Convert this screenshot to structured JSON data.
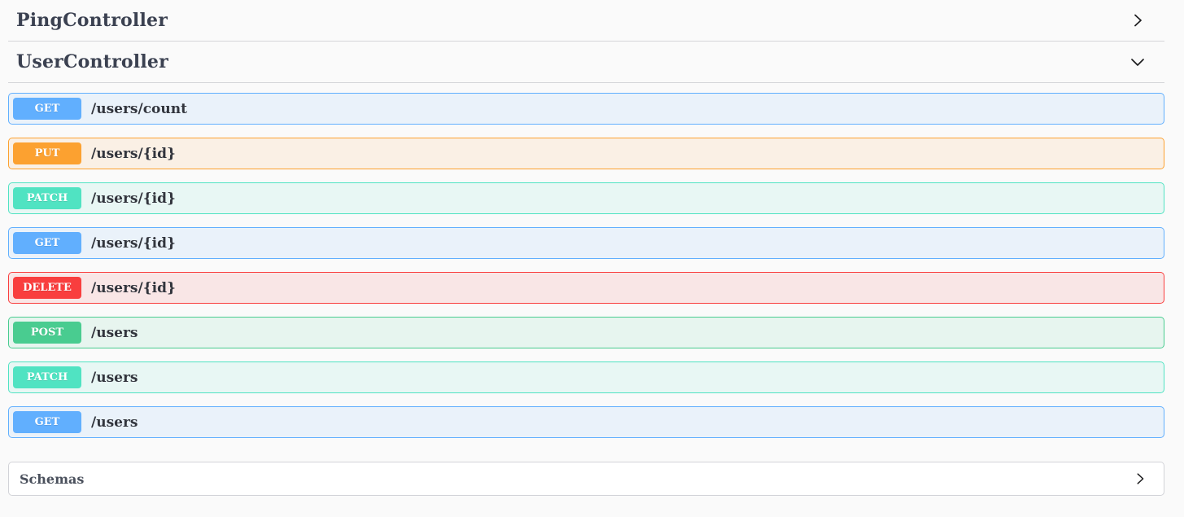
{
  "page": {
    "background": "#fafafa"
  },
  "sections": [
    {
      "title": "PingController",
      "expanded": false,
      "chevron": "right-chevron-icon"
    },
    {
      "title": "UserController",
      "expanded": true,
      "chevron": "down-chevron-icon"
    }
  ],
  "method_colors": {
    "GET": "#61affe",
    "POST": "#49cc90",
    "PUT": "#fca130",
    "PATCH": "#50e3c2",
    "DELETE": "#f93e3e"
  },
  "endpoints": [
    {
      "method": "GET",
      "path": "/users/count"
    },
    {
      "method": "PUT",
      "path": "/users/{id}"
    },
    {
      "method": "PATCH",
      "path": "/users/{id}"
    },
    {
      "method": "GET",
      "path": "/users/{id}"
    },
    {
      "method": "DELETE",
      "path": "/users/{id}"
    },
    {
      "method": "POST",
      "path": "/users"
    },
    {
      "method": "PATCH",
      "path": "/users"
    },
    {
      "method": "GET",
      "path": "/users"
    }
  ],
  "schemas": {
    "title": "Schemas"
  },
  "text_colors": {
    "header": "#3b4151",
    "path": "#32353d"
  }
}
